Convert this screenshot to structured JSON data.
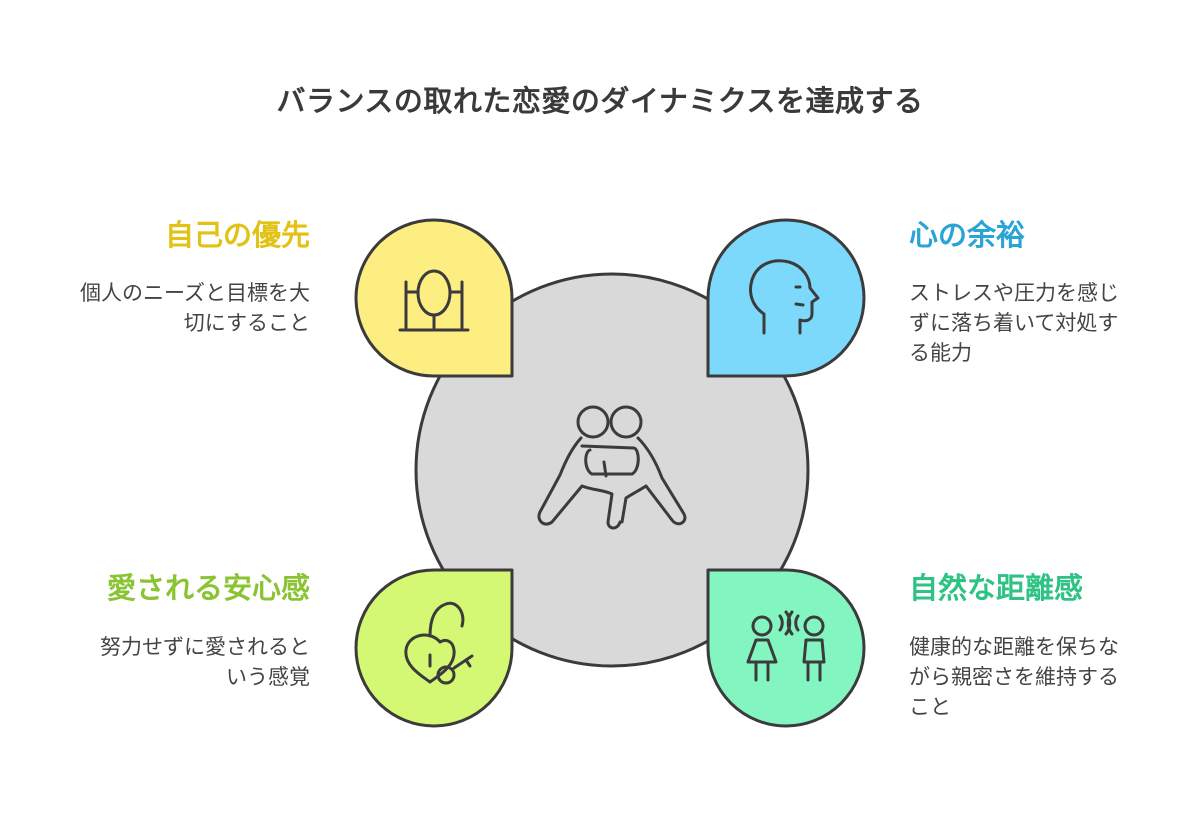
{
  "title": "バランスの取れた恋愛のダイナミクスを達成する",
  "colors": {
    "circle": "#d9d9d9",
    "yellow": "#fdee82",
    "blue": "#7dd9fb",
    "lime": "#d4f873",
    "green": "#82f5c1",
    "stroke": "#3b3b3b",
    "label_yellow": "#e2c214",
    "label_blue": "#2aa4d6",
    "label_lime": "#8ac432",
    "label_green": "#2fc285"
  },
  "center": {
    "icon": "embracing-couple-icon"
  },
  "quadrants": {
    "top_left": {
      "label": "自己の優先",
      "desc_lines": [
        "個人のニーズと目標を大",
        "切にすること"
      ],
      "icon": "mirror-icon"
    },
    "top_right": {
      "label": "心の余裕",
      "desc_lines": [
        "ストレスや圧力を感じ",
        "ずに落ち着いて対処す",
        "る能力"
      ],
      "icon": "head-profile-icon"
    },
    "bottom_left": {
      "label": "愛される安心感",
      "desc_lines": [
        "努力せずに愛されると",
        "いう感覚"
      ],
      "icon": "heart-lock-key-icon"
    },
    "bottom_right": {
      "label": "自然な距離感",
      "desc_lines": [
        "健康的な距離を保ちな",
        "がら親密さを維持する",
        "こと"
      ],
      "icon": "two-people-talking-icon"
    }
  }
}
